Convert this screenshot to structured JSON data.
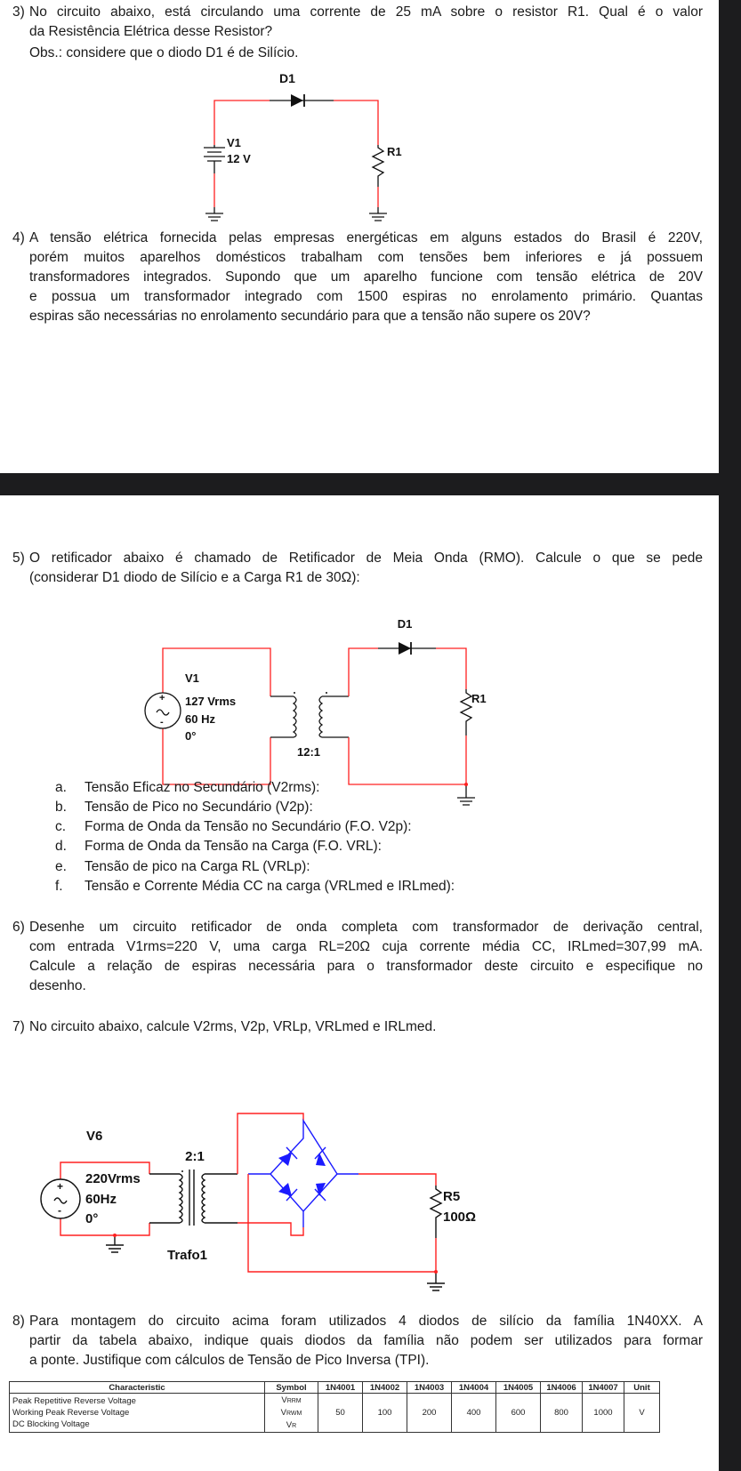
{
  "q3": {
    "number": "3)",
    "lines": [
      "No circuito abaixo, está circulando uma corrente de 25 mA sobre o resistor R1. Qual é o valor",
      "da Resistência Elétrica desse Resistor?",
      "Obs.: considere que o diodo D1 é de Silício."
    ],
    "circuit": {
      "diode": "D1",
      "source": "V1",
      "source_value": "12 V",
      "resistor": "R1"
    }
  },
  "q4": {
    "number": "4)",
    "lines": [
      "A tensão elétrica fornecida pelas empresas energéticas em alguns estados do Brasil é 220V,",
      "porém muitos aparelhos domésticos trabalham com tensões bem inferiores e já possuem",
      "transformadores integrados. Supondo que um aparelho funcione com tensão elétrica de 20V",
      "e possua um transformador integrado com 1500 espiras no enrolamento primário. Quantas",
      "espiras são necessárias no enrolamento secundário para que a tensão não supere os 20V?"
    ]
  },
  "q5": {
    "number": "5)",
    "lines": [
      "O retificador abaixo é chamado de Retificador de Meia Onda (RMO). Calcule o que se pede",
      "(considerar D1 diodo de Silício e a Carga R1 de 30Ω):"
    ],
    "circuit": {
      "diode": "D1",
      "source": "V1",
      "vrms": "127 Vrms",
      "freq": "60 Hz",
      "phase": "0°",
      "ratio": "12:1",
      "resistor": "R1",
      "plus": "+",
      "minus": "-"
    },
    "items": [
      {
        "letter": "a.",
        "text": "Tensão Eficaz no Secundário (V2rms):"
      },
      {
        "letter": "b.",
        "text": "Tensão de Pico no Secundário (V2p):"
      },
      {
        "letter": "c.",
        "text": "Forma de Onda da Tensão no Secundário (F.O. V2p):"
      },
      {
        "letter": "d.",
        "text": "Forma de Onda da Tensão na Carga (F.O. VRL):"
      },
      {
        "letter": "e.",
        "text": "Tensão de pico na Carga RL (VRLp):"
      },
      {
        "letter": "f.",
        "text": "Tensão e Corrente Média CC na carga (VRLmed e IRLmed):"
      }
    ]
  },
  "q6": {
    "number": "6)",
    "lines": [
      "Desenhe um circuito retificador de onda completa com transformador de derivação central,",
      "com entrada V1rms=220 V, uma carga RL=20Ω cuja corrente média CC, IRLmed=307,99 mA.",
      "Calcule a relação de espiras necessária para o transformador deste circuito e especifique no",
      "desenho."
    ]
  },
  "q7": {
    "number": "7)",
    "lines": [
      "No circuito abaixo, calcule V2rms, V2p, VRLp, VRLmed e IRLmed."
    ],
    "circuit": {
      "source": "V6",
      "vrms": "220Vrms",
      "freq": "60Hz",
      "phase": "0°",
      "ratio": "2:1",
      "transformer": "Trafo1",
      "resistor": "R5",
      "resistance": "100Ω",
      "plus": "+",
      "minus": "-"
    }
  },
  "q8": {
    "number": "8)",
    "lines": [
      "Para montagem do circuito acima foram utilizados 4 diodos de silício da família 1N40XX. A",
      "partir da tabela abaixo, indique quais diodos da família não podem ser utilizados para formar",
      "a ponte. Justifique com cálculos de Tensão de Pico Inversa (TPI)."
    ]
  },
  "table": {
    "headers": [
      "Characteristic",
      "Symbol",
      "1N4001",
      "1N4002",
      "1N4003",
      "1N4004",
      "1N4005",
      "1N4006",
      "1N4007",
      "Unit"
    ],
    "characteristics": [
      "Peak Repetitive Reverse Voltage",
      "Working Peak Reverse Voltage",
      "DC Blocking Voltage"
    ],
    "symbols": [
      {
        "base": "V",
        "sub": "RRM"
      },
      {
        "base": "V",
        "sub": "RWM"
      },
      {
        "base": "V",
        "sub": "R"
      }
    ],
    "values": [
      "50",
      "100",
      "200",
      "400",
      "600",
      "800",
      "1000"
    ],
    "unit": "V"
  },
  "colors": {
    "wire_red": "#ff2020",
    "wire_blue": "#1a1aff",
    "background_dark": "#1c1c1e"
  }
}
